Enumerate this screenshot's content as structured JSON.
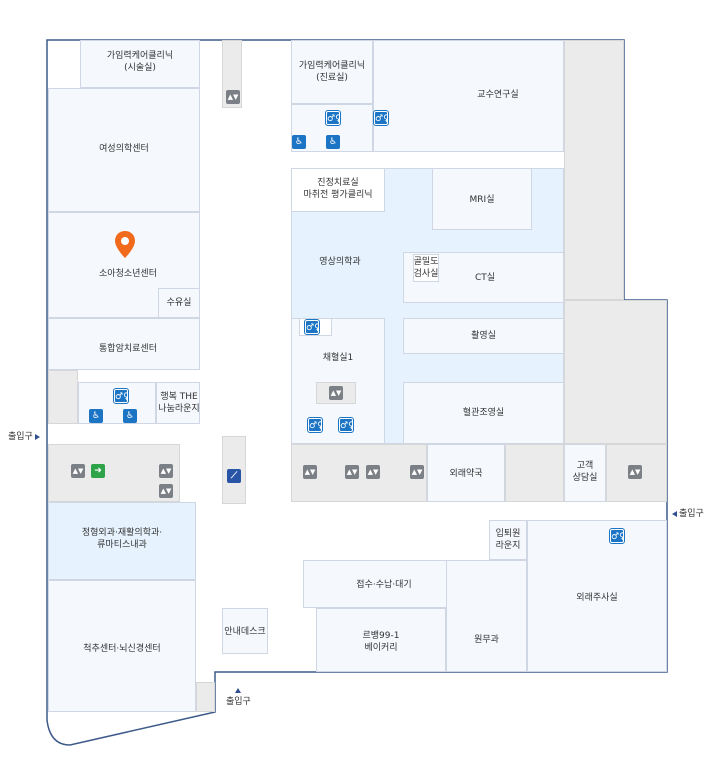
{
  "rooms": {
    "gairyeok_surgery": "가임력케어클리닉\n(시술실)",
    "women_center": "여성의학센터",
    "pediatric_center": "소아청소년센터",
    "nursing_room": "수유실",
    "integrative_center": "통합암치료센터",
    "happy_lounge": "행복 THE\n나눔라운지",
    "gairyeok_exam": "가임력케어클리닉\n(진료실)",
    "professor_lab": "교수연구실",
    "sedation_clinic": "진정치료실\n마취전 평가클리닉",
    "mri": "MRI실",
    "radiology": "영상의학과",
    "bone_density": "골밀도\n검사실",
    "ct": "CT실",
    "xray": "촬영실",
    "blood_draw": "채혈실1",
    "angiography": "혈관조영실",
    "outpatient_pharmacy": "외래약국",
    "customer_counsel": "고객\n상담실",
    "orthopedics": "정형외과·재활의학과·\n류마티스내과",
    "inpatient_lounge": "입퇴원\n라운지",
    "reception": "접수·수납·대기",
    "outpatient_injection": "외래주사실",
    "info_desk": "안내데스크",
    "bakery": "르뱅99-1\n베이커리",
    "admin_office": "원무과",
    "spine_center": "척추센터·뇌신경센터"
  },
  "entrances": {
    "left": "출입구",
    "right": "출입구",
    "bottom": "출입구"
  },
  "icons": {
    "restroom": "restroom-icon",
    "accessible": "accessible-icon",
    "elevator": "elevator-icon",
    "emergency_exit": "exit-icon",
    "escalator": "escalator-icon",
    "location": "location-pin-icon"
  },
  "colors": {
    "room": "#f5f8fd",
    "highlight": "#e6f2fd",
    "service": "#ebebeb",
    "outline": "#3d5a8a",
    "pin": "#f26a1b",
    "icon_blue": "#1c74c4"
  }
}
